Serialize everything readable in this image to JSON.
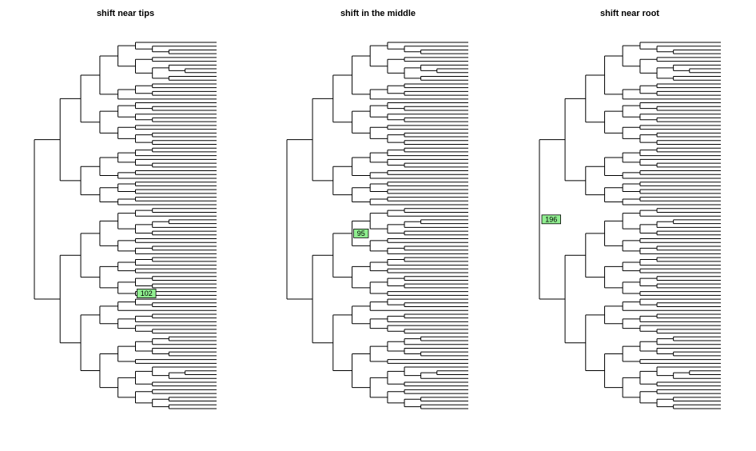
{
  "panels": [
    {
      "title": "shift near tips",
      "node_label": "102"
    },
    {
      "title": "shift in the middle",
      "node_label": "95"
    },
    {
      "title": "shift near root",
      "node_label": "196"
    }
  ],
  "style": {
    "line_color": "#000000",
    "label_fill": "#90ee90",
    "label_border": "#000000"
  },
  "tree": {
    "tip_count": 98
  }
}
